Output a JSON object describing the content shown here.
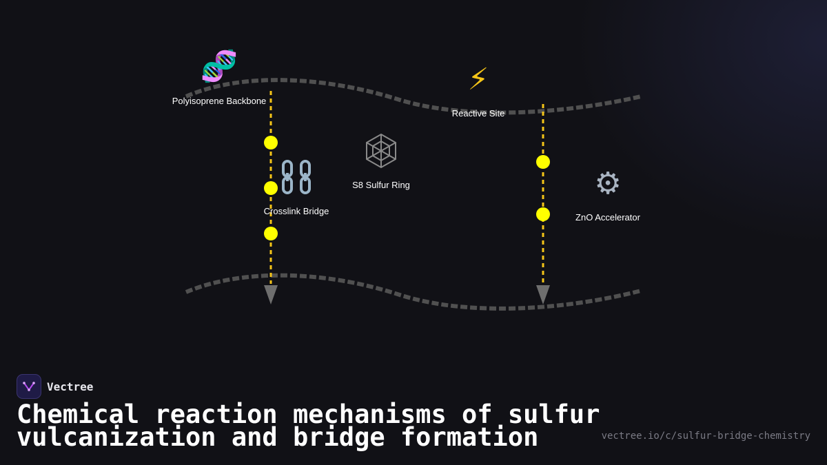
{
  "diagram": {
    "nodes": [
      {
        "id": "backbone",
        "label": "Polyisoprene Backbone",
        "icon": "dna-icon",
        "glyph": "🧬"
      },
      {
        "id": "reactive",
        "label": "Reactive Site",
        "icon": "lightning-icon",
        "glyph": "⚡"
      },
      {
        "id": "s8",
        "label": "S8 Sulfur Ring",
        "icon": "spider-web-icon",
        "glyph": "🕸"
      },
      {
        "id": "crosslink",
        "label": "Crosslink Bridge",
        "icon": "chain-icon",
        "glyph": "⛓"
      },
      {
        "id": "zno",
        "label": "ZnO Accelerator",
        "icon": "gear-icon",
        "glyph": "⚙"
      }
    ],
    "colors": {
      "chain": "#505050",
      "bridge": "#f5c518",
      "sulfur_atom": "#ffff00",
      "arrow": "#6e6e6e",
      "label": "#ffffff"
    }
  },
  "footer": {
    "brand": "Vectree",
    "title": "Chemical reaction mechanisms of sulfur vulcanization and bridge formation",
    "url": "vectree.io/c/sulfur-bridge-chemistry"
  }
}
